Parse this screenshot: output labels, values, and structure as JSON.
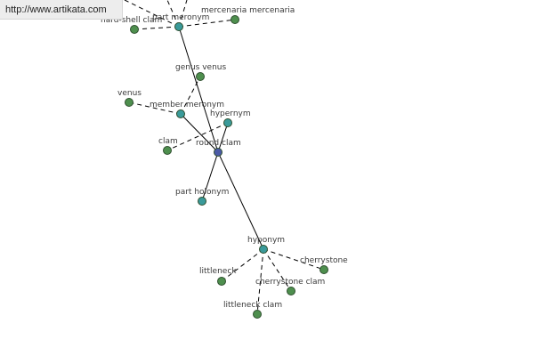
{
  "url": "http://www.artikata.com",
  "colors": {
    "center": "#4b5aa6",
    "relation": "#3a9a9a",
    "word": "#4e8f4e"
  },
  "nodes": {
    "round_clam": "round clam",
    "part_meronym": "part meronym",
    "hard_shell_clam": "hard-shell clam",
    "mercenaria": "mercenaria mercenaria",
    "genus_venus": "genus venus",
    "venus": "venus",
    "member_meronym": "member meronym",
    "hypernym": "hypernym",
    "clam": "clam",
    "part_holonym": "part holonym",
    "hyponym": "hyponym",
    "cherrystone": "cherrystone",
    "littleneck": "littleneck",
    "cherrystone_clam": "cherrystone clam",
    "littleneck_clam": "littleneck clam"
  }
}
